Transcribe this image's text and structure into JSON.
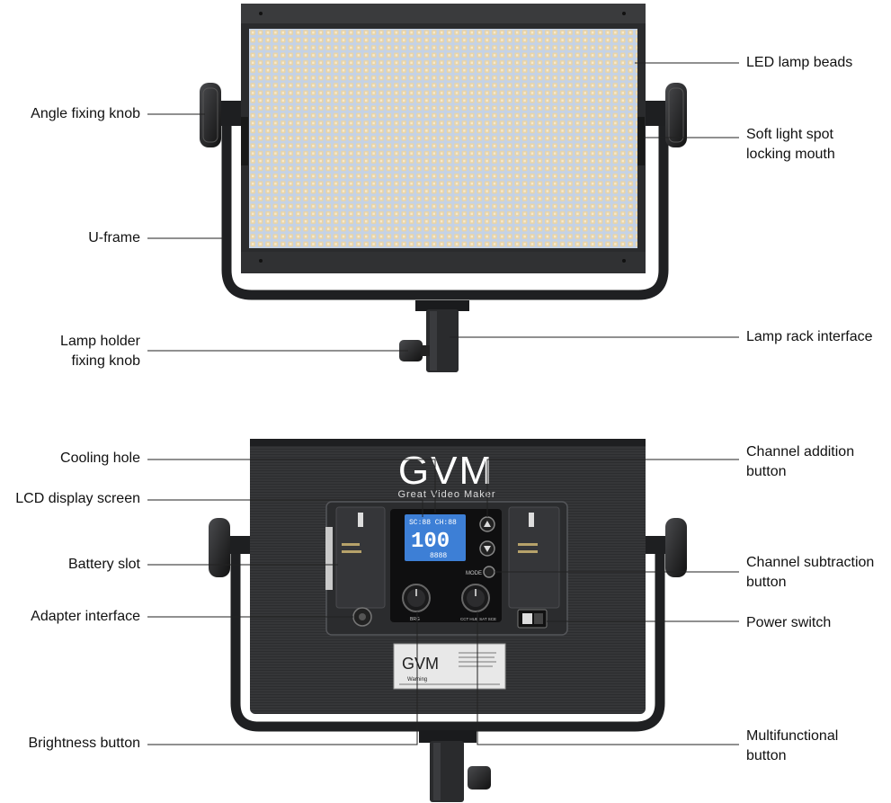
{
  "labels": {
    "led_lamp_beads": "LED lamp beads",
    "angle_fixing_knob": "Angle fixing knob",
    "soft_light_spot_1": "Soft light spot",
    "soft_light_spot_2": "locking mouth",
    "u_frame": "U-frame",
    "lamp_rack_interface": "Lamp rack interface",
    "lamp_holder_1": "Lamp holder",
    "lamp_holder_2": "fixing knob",
    "cooling_hole": "Cooling hole",
    "channel_addition_1": "Channel addition",
    "channel_addition_2": "button",
    "lcd_display_screen": "LCD display screen",
    "battery_slot": "Battery slot",
    "channel_subtraction_1": "Channel subtraction",
    "channel_subtraction_2": "button",
    "adapter_interface": "Adapter interface",
    "power_switch": "Power switch",
    "brightness_button": "Brightness button",
    "multifunctional_1": "Multifunctional",
    "multifunctional_2": "button"
  },
  "device": {
    "brand_logo": "GVM",
    "brand_tagline": "Great Video Maker",
    "plate_logo": "GVM",
    "lcd_top": "SC:88 CH:88",
    "lcd_big": "100",
    "lcd_bottom": "8888",
    "mode_label": "MODE",
    "brightness_knob_label": "BRG",
    "multi_knob_label": "CCT HUE SAT SCE",
    "warning_label": "Warning"
  },
  "colors": {
    "panel_body": "#2a2b2d",
    "panel_frame": "#1d1e20",
    "led_field": "#c9d6e8",
    "led_bead": "#e8d3a8",
    "lcd_screen": "#3d7fd6",
    "line": "#222222"
  }
}
